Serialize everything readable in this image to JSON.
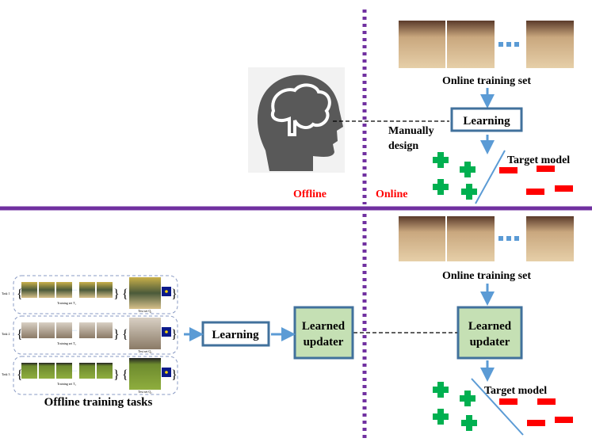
{
  "top": {
    "online_training_set": "Online training set",
    "learning": "Learning",
    "manually_design_1": "Manually",
    "manually_design_2": "design",
    "target_model": "Target model",
    "offline": "Offline",
    "online": "Online"
  },
  "bottom": {
    "online_training_set": "Online training set",
    "learning": "Learning",
    "learned_updater_left_1": "Learned",
    "learned_updater_left_2": "updater",
    "learned_updater_right_1": "Learned",
    "learned_updater_right_2": "updater",
    "target_model": "Target model",
    "offline_training_tasks": "Offline training tasks",
    "tasks": [
      {
        "label": "Task 1",
        "training_set": "Training set T₁",
        "test_set": "Test set Q₁"
      },
      {
        "label": "Task 2",
        "training_set": "Training set T₂",
        "test_set": "Test set Q₂"
      },
      {
        "label": "Task 3",
        "training_set": "Training set T₃",
        "test_set": "Test set Q₃"
      }
    ]
  },
  "colors": {
    "divider": "#7030a0",
    "arrow": "#5b9bd5",
    "box_border": "#41719c",
    "updater_fill": "#c5e0b4",
    "plus": "#00b050",
    "minus": "#ff0000",
    "label_red": "#ff0000"
  }
}
